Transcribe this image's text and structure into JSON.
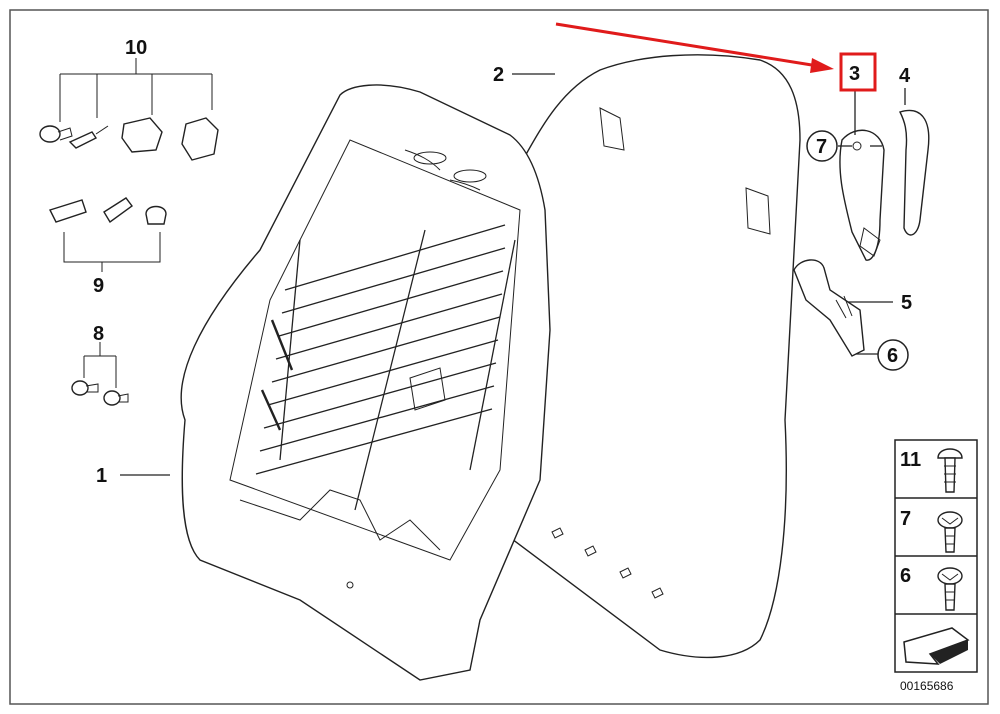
{
  "callouts": {
    "c1": "1",
    "c2": "2",
    "c3": "3",
    "c4": "4",
    "c5": "5",
    "c6": "6",
    "c7": "7",
    "c8": "8",
    "c9": "9",
    "c10": "10"
  },
  "legend": {
    "items": [
      {
        "number": "11"
      },
      {
        "number": "7"
      },
      {
        "number": "6"
      }
    ]
  },
  "diagram_code": "00165686",
  "colors": {
    "highlight": "#e01b1b",
    "ink": "#222222",
    "paper": "#ffffff"
  }
}
